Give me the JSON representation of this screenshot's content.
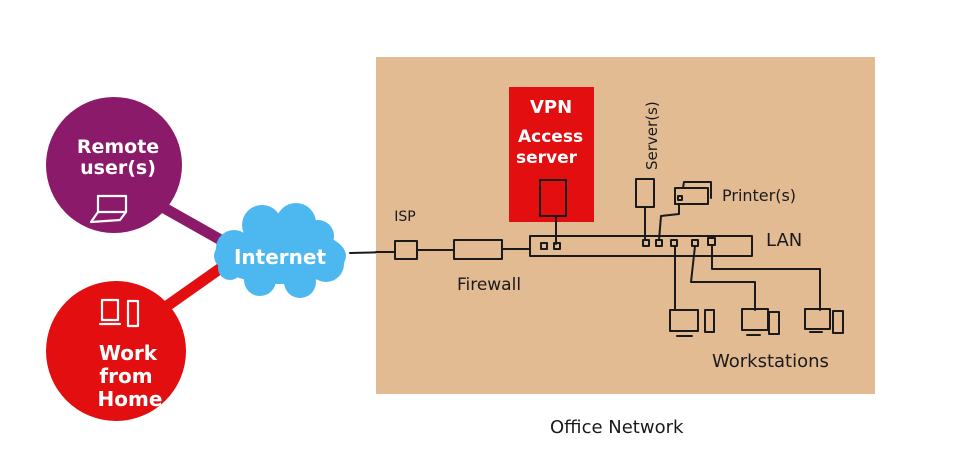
{
  "colors": {
    "office_bg": "#e2bb93",
    "remote_circle": "#8c1a6a",
    "home_circle": "#e20e10",
    "vpn_box": "#e20e10",
    "cloud": "#4db8f0",
    "ink": "#1a1a1a",
    "white": "#ffffff"
  },
  "nodes": {
    "remote_users": {
      "line1": "Remote",
      "line2": "user(s)",
      "icon": "laptop-icon"
    },
    "work_from_home": {
      "line1": "Work",
      "line2": "from",
      "line3": "Home",
      "icon": "desktop-computer-icon"
    },
    "internet": {
      "label": "Internet",
      "icon": "cloud-icon"
    },
    "isp": {
      "label": "ISP"
    },
    "firewall": {
      "label": "Firewall"
    },
    "vpn_access_server": {
      "line1": "VPN",
      "line2": "Access",
      "line3": "server"
    },
    "servers": {
      "label": "Server(s)"
    },
    "printers": {
      "label": "Printer(s)"
    },
    "lan": {
      "label": "LAN"
    },
    "workstations": {
      "label": "Workstations"
    }
  },
  "office_network": {
    "caption": "Office Network"
  }
}
